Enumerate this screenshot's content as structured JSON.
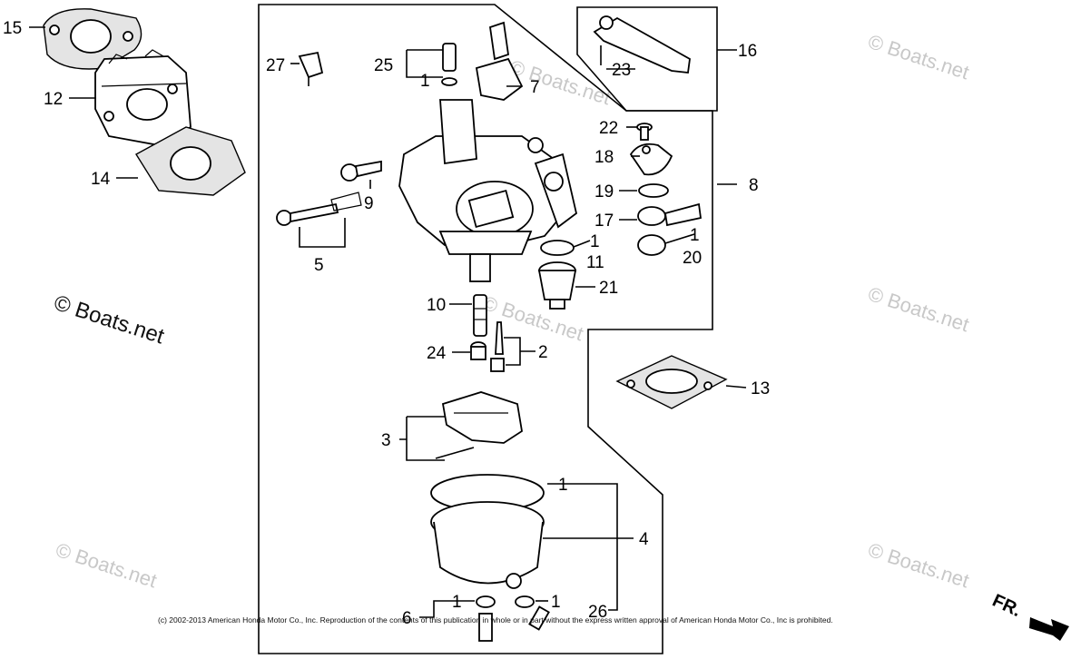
{
  "watermarks": {
    "main": "© Boats.net",
    "faint": "© Boats.net"
  },
  "copyright": "(c) 2002-2013 American Honda Motor Co., Inc. Reproduction of the contents of this publication in whole or in part without the express written approval of American Honda Motor Co., Inc is prohibited.",
  "direction_label": "FR.",
  "callouts": {
    "c15": "15",
    "c12": "12",
    "c14": "14",
    "c27": "27",
    "c25": "25",
    "c1_jet": "1",
    "c7": "7",
    "c9": "9",
    "c5": "5",
    "c16": "16",
    "c23": "23",
    "c22": "22",
    "c18": "18",
    "c8": "8",
    "c19": "19",
    "c17": "17",
    "c1_valve": "1",
    "c20": "20",
    "c1_oring": "1",
    "c11": "11",
    "c21": "21",
    "c10": "10",
    "c24": "24",
    "c2": "2",
    "c13": "13",
    "c3": "3",
    "c1_bowl": "1",
    "c4": "4",
    "c6": "6",
    "c1_washer_a": "1",
    "c1_washer_b": "1",
    "c26": "26"
  }
}
